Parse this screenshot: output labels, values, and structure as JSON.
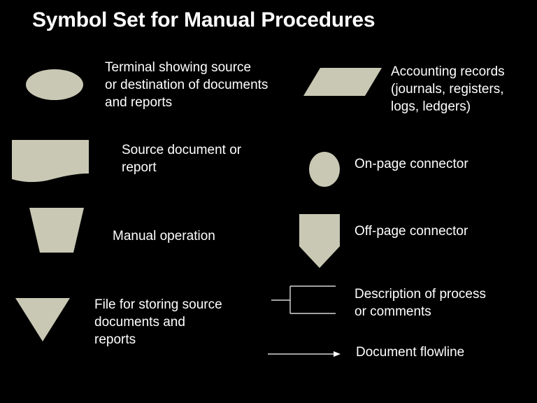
{
  "title": "Symbol Set for Manual Procedures",
  "colors": {
    "background": "#000000",
    "text": "#ffffff",
    "symbol_fill": "#c9c8b4"
  },
  "symbols": {
    "terminal": {
      "icon": "ellipse-icon",
      "lines": [
        "Terminal showing source",
        "or destination of documents",
        "and reports"
      ]
    },
    "source_document": {
      "icon": "document-icon",
      "lines": [
        "Source document or",
        "report"
      ]
    },
    "manual_operation": {
      "icon": "trapezoid-icon",
      "lines": [
        "Manual operation"
      ]
    },
    "file": {
      "icon": "inverted-triangle-icon",
      "lines": [
        "File for storing source",
        "documents and",
        "reports"
      ]
    },
    "accounting_records": {
      "icon": "parallelogram-icon",
      "lines": [
        "Accounting records",
        "(journals, registers,",
        "logs, ledgers)"
      ]
    },
    "on_page_connector": {
      "icon": "circle-icon",
      "lines": [
        "On-page connector"
      ]
    },
    "off_page_connector": {
      "icon": "pentagon-icon",
      "lines": [
        "Off-page connector"
      ]
    },
    "description": {
      "icon": "bracket-icon",
      "lines": [
        "Description of process",
        "or comments"
      ]
    },
    "flowline": {
      "icon": "arrow-icon",
      "lines": [
        "Document flowline"
      ]
    }
  }
}
